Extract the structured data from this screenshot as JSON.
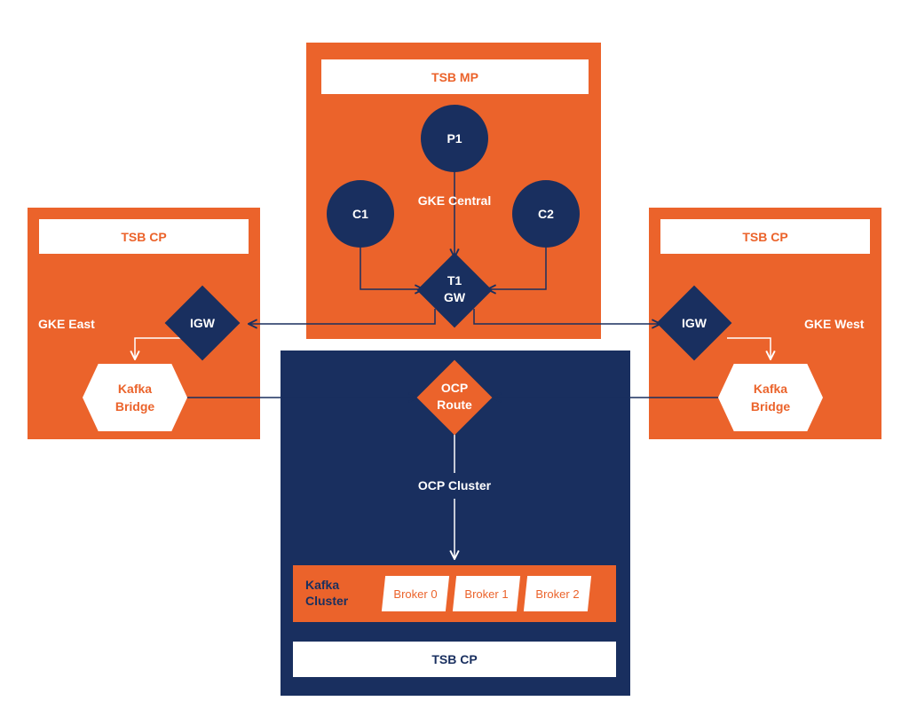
{
  "colors": {
    "orange": "#EB632B",
    "navy": "#192F5F",
    "white": "#FFFFFF"
  },
  "mp": {
    "header": "TSB MP",
    "cluster_label": "GKE Central",
    "nodes": {
      "p1": "P1",
      "c1": "C1",
      "c2": "C2"
    },
    "gateway": {
      "line1": "T1",
      "line2": "GW"
    }
  },
  "east": {
    "header": "TSB CP",
    "cluster_label": "GKE East",
    "gateway": "IGW",
    "bridge": {
      "line1": "Kafka",
      "line2": "Bridge"
    }
  },
  "west": {
    "header": "TSB CP",
    "cluster_label": "GKE West",
    "gateway": "IGW",
    "bridge": {
      "line1": "Kafka",
      "line2": "Bridge"
    }
  },
  "ocp": {
    "route": {
      "line1": "OCP",
      "line2": "Route"
    },
    "cluster_label": "OCP Cluster",
    "kafka_cluster": {
      "line1": "Kafka",
      "line2": "Cluster"
    },
    "brokers": [
      "Broker 0",
      "Broker 1",
      "Broker 2"
    ],
    "footer": "TSB CP"
  }
}
